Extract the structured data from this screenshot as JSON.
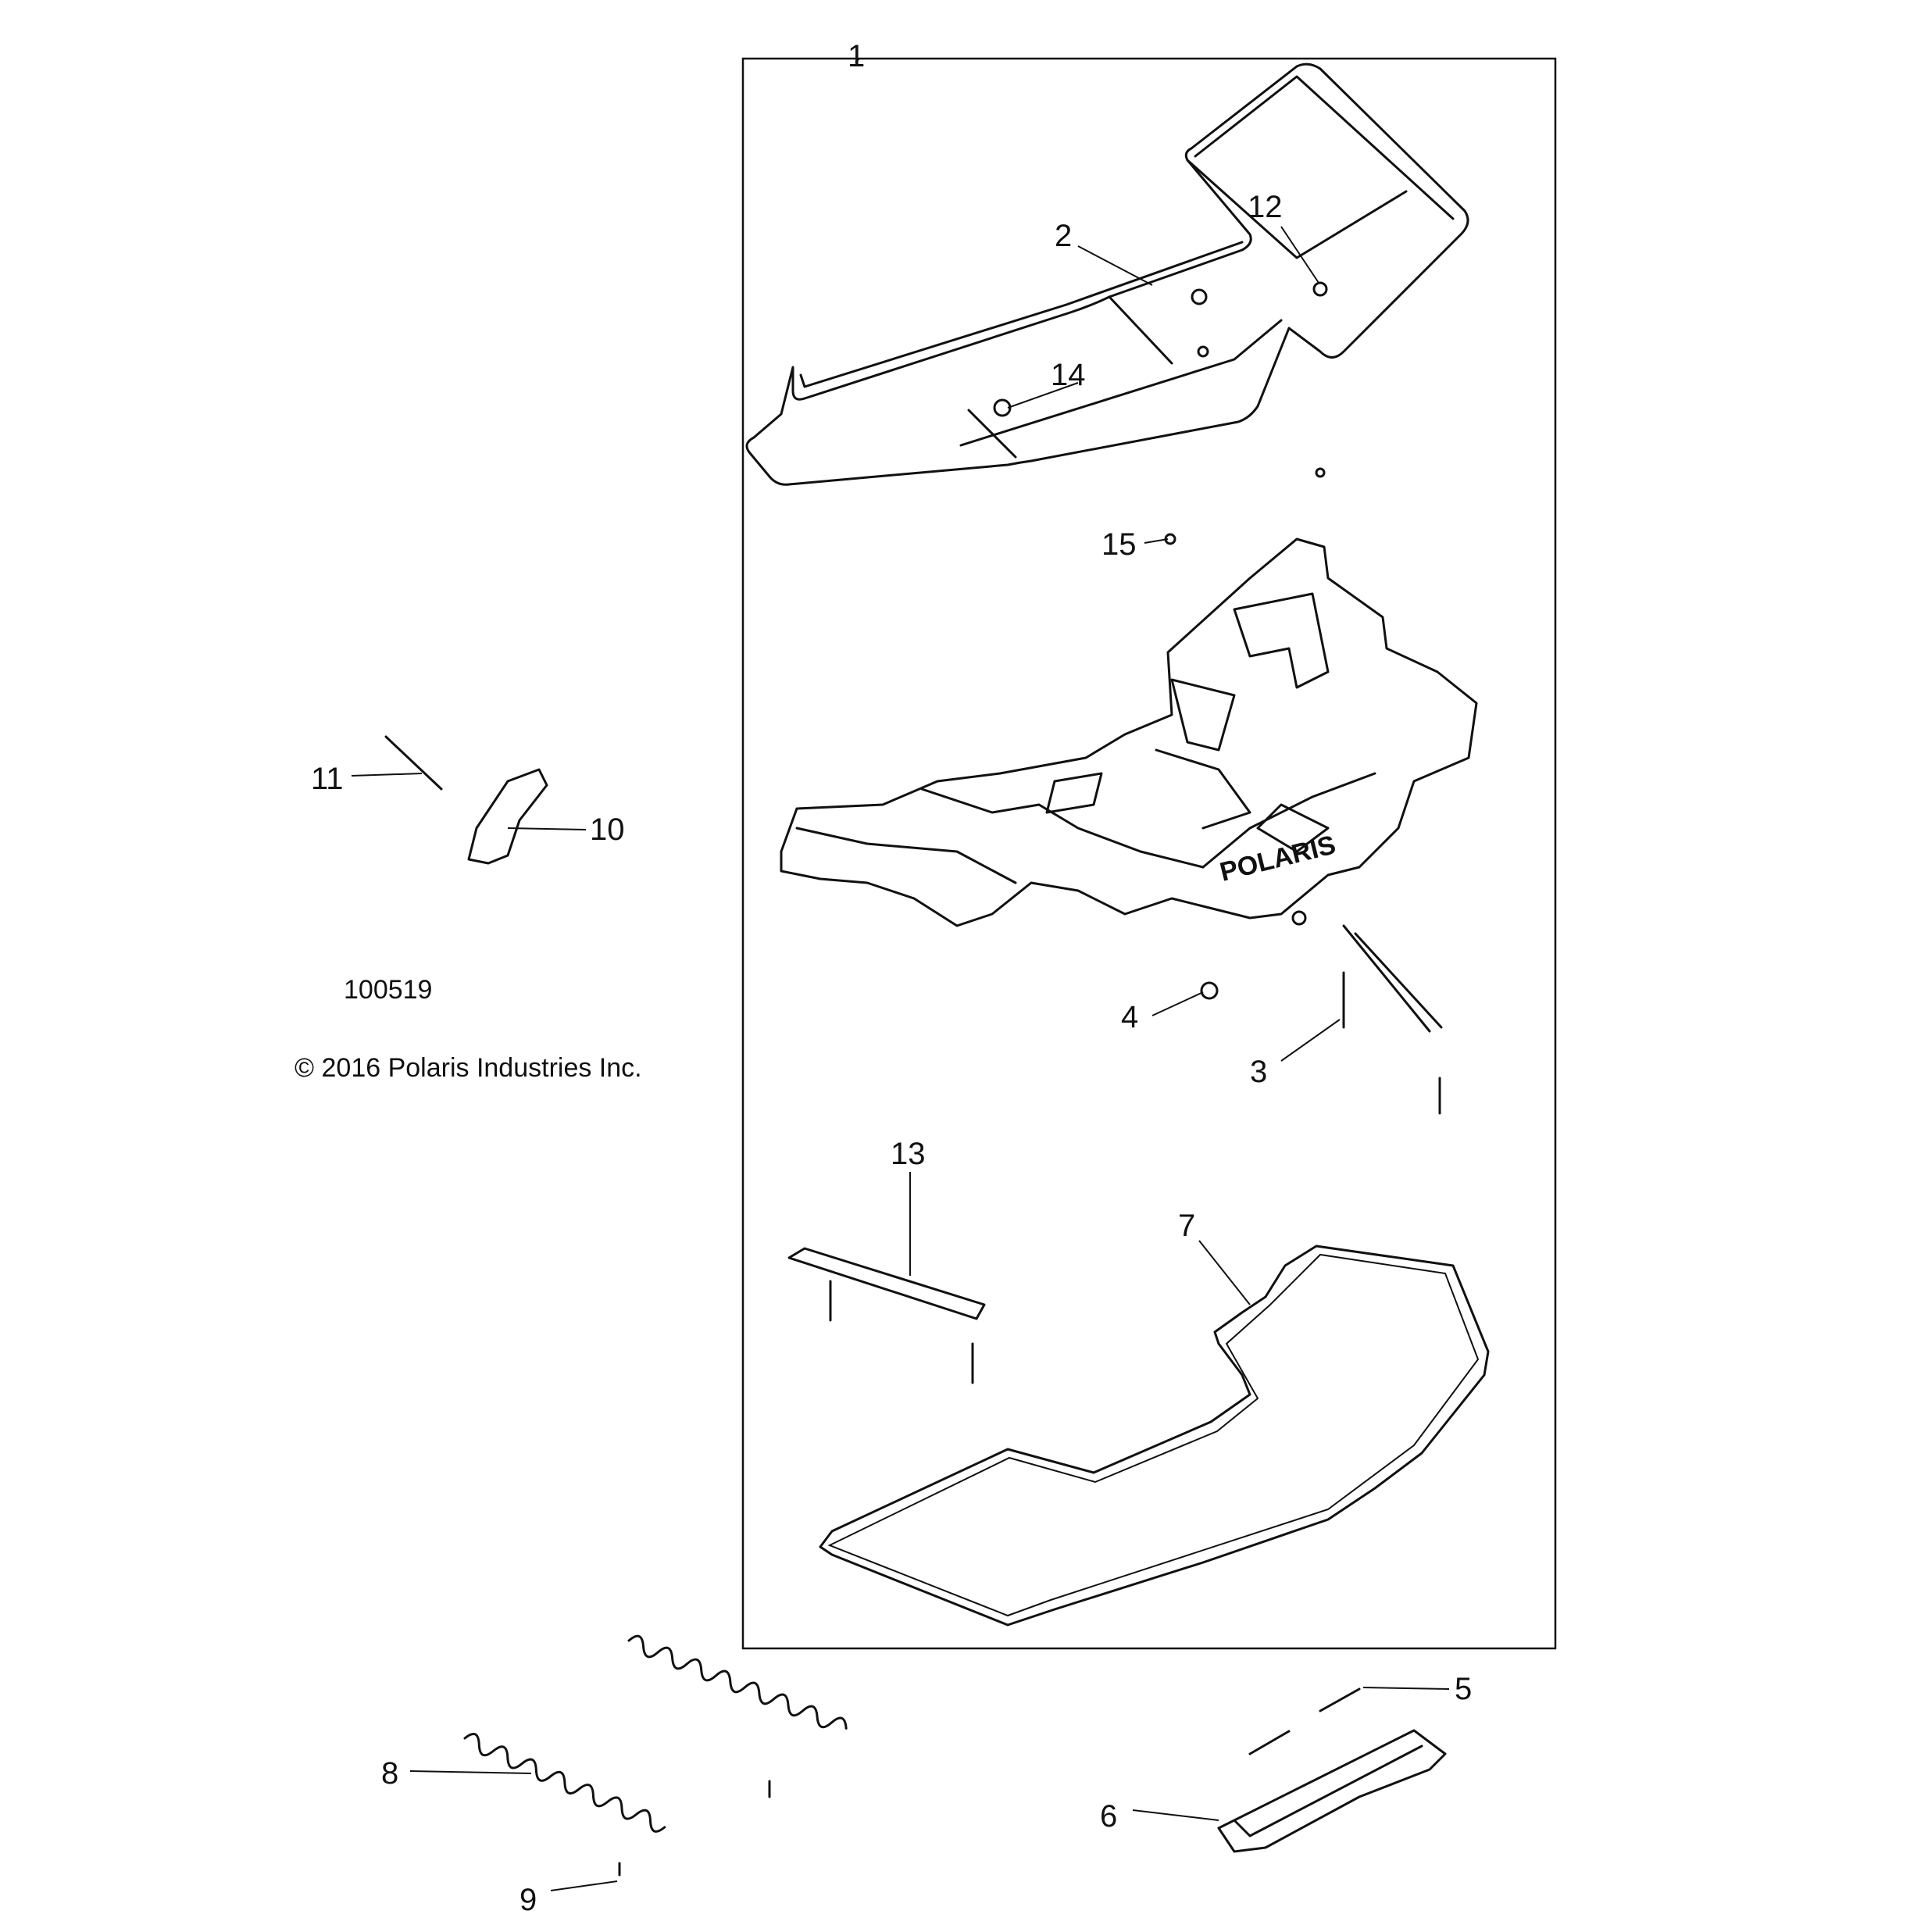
{
  "diagram": {
    "drawing_number": "100519",
    "copyright": "© 2016 Polaris Industries Inc.",
    "logo_text": "POLARIS",
    "callouts": [
      {
        "id": "1",
        "label": "1"
      },
      {
        "id": "2",
        "label": "2"
      },
      {
        "id": "3",
        "label": "3"
      },
      {
        "id": "4",
        "label": "4"
      },
      {
        "id": "5",
        "label": "5"
      },
      {
        "id": "6",
        "label": "6"
      },
      {
        "id": "7",
        "label": "7"
      },
      {
        "id": "8",
        "label": "8"
      },
      {
        "id": "9",
        "label": "9"
      },
      {
        "id": "10",
        "label": "10"
      },
      {
        "id": "11",
        "label": "11"
      },
      {
        "id": "12",
        "label": "12"
      },
      {
        "id": "13",
        "label": "13"
      },
      {
        "id": "14",
        "label": "14"
      },
      {
        "id": "15",
        "label": "15"
      }
    ]
  }
}
